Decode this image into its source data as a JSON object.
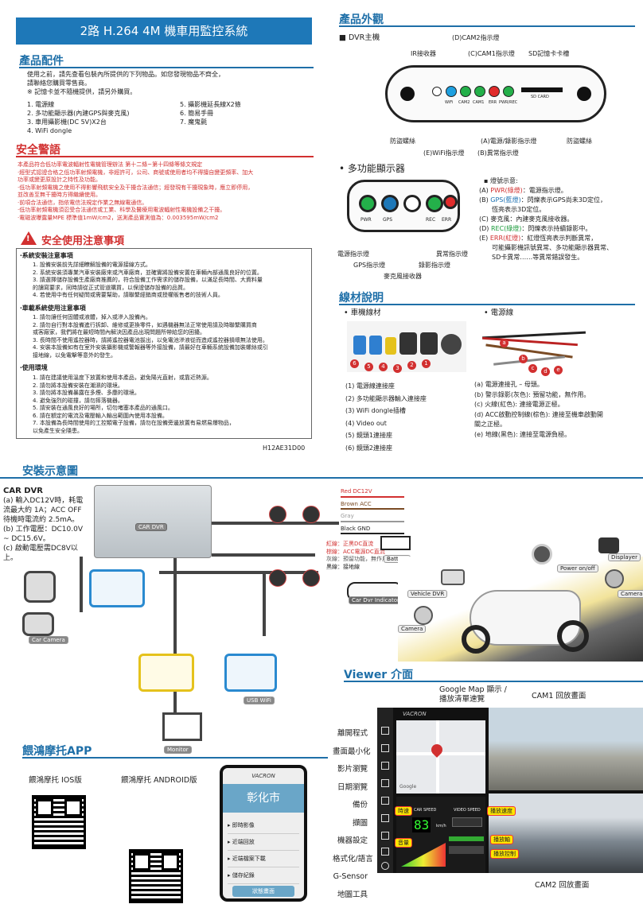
{
  "title_bar": "2路 H.264 4M 機車用監控系統",
  "accessories": {
    "heading": "產品配件",
    "intro1": "使用之前，請先查看包裝內所提供的下列物品。如您發現物品不齊全，",
    "intro2": "請聯絡您購買零售商。",
    "note": "※ 記憶卡並不隨機提供，請另外購買。",
    "items_left": [
      "1. 電源線",
      "2. 多功能顯示器(內建GPS與麥克風)",
      "3. 車用攝影機(DC 5V)X2台",
      "4. WiFi dongle"
    ],
    "items_right": [
      "5. 攝影機延長線X2條",
      "6. 簡易手冊",
      "7. 魔鬼氈"
    ]
  },
  "safety_warning": {
    "heading": "安全警語",
    "lines": [
      "本產品符合低功率電波輻射性電機管理辦法 第十二條~第十四條等條文規定",
      "‧經型式認證合格之低功率射頻電機，非經許可，公司、商號或使用者均不得擅自變更頻率、加大",
      "  功率或變更原設計之特性及功能。",
      "‧低功率射頻電機之使用不得影響飛航安全及干擾合法通信；經發現有干擾現象時，應立即停用，",
      "  並改善至無干擾時方得繼續使用。",
      "‧前項合法通信，指依電信法規定作業之無線電通信。",
      "‧低功率射頻電機須忍受合法通信或工業、科學及醫療用電波輻射性電機設備之干擾。",
      "‧電磁波曝露量MPE 標準值1mW/cm2，送測產品實測值為：0.003595mW/cm2"
    ]
  },
  "safety_notes": {
    "heading": "安全使用注意事項",
    "sec1_title": "‧系統安裝注意事項",
    "sec1": [
      "1. 設備安裝前先詳細瞭解設備的電源接線方式。",
      "2. 系統安裝須專業汽車安裝廠來或汽車廠商，並確實將設備安置在車輛內部通風良好的位置。",
      "3. 請選擇儲存設備生產廠商推薦的，符合設備工作需求的儲存設備，以滿足長時間、大資料量",
      "   的讀寫要求，同時請從正式管道購買，以保證儲存設備的品質。",
      "4. 若使用中有任何疑問或需要幫助，請聯繫經銷商或授權販售者的技術人員。"
    ],
    "sec2_title": "‧車載系統使用注意事項",
    "sec2": [
      "1. 請勿讓任何固體或液體，掉入或滲入設備內。",
      "2. 請勿自行對本設備進行拆卸、維修或更換零件，如遇機器無法正常使用請及時聯繫購買商",
      "   或客廠家，我們將在最短時間內解決因產品出現問題所帶給您的困擾。",
      "3. 長時間不使用遙控器時，請將遙控器電池拔出，以免電池滲液從而造成遙控器損壞無法使用。",
      "4. 安裝本設備如有在室外安裝攝影機或警報器等外接設備，請最好在車輛系統設備加裝螺絲或引",
      "   接地線，以免電擊等意外的發生。"
    ],
    "sec3_title": "‧使用環境",
    "sec3": [
      "1. 請在建議使用溫度下放置和使用本產品，避免陽光直射，或靠近熱源。",
      "2. 請勿將本設備安裝在潮濕的環境。",
      "3. 請勿將本設備暴露在多煙、多塵的環境。",
      "4. 避免強烈的碰撞，請勿摔落機器。",
      "5. 請安裝在通風良好的場所，切勿堵塞本產品的通風口。",
      "6. 請在額定的電流及電壓輸入輸出範圍內使用本設備。",
      "7. 本設備為長時間使用的工控類電子設備，請勿在設備旁邊放置有易燃易爆物品，",
      "   以免產生安全隱患。"
    ],
    "model_code": "H12AE31D00"
  },
  "appearance": {
    "heading": "產品外觀",
    "dvr_label": "■ DVR主機",
    "top_labels": {
      "cam2": "(D)CAM2指示燈",
      "ir": "IR接收器",
      "cam1": "(C)CAM1指示燈",
      "sd": "SD記憶卡卡槽"
    },
    "panel_labels": {
      "wifi": "WiFi",
      "cam2": "CAM2",
      "cam1": "CAM1",
      "err": "ERR",
      "pwr": "PWR/REC",
      "sdcard": "SD CARD"
    },
    "bottom_labels": {
      "screw_left": "防盜螺絲",
      "wifi": "(E)WiFi指示燈",
      "err": "(B)異常指示燈",
      "pwr": "(A)電源/錄影指示燈",
      "screw_right": "防盜螺絲"
    },
    "display_heading": "• 多功能顯示器",
    "display_panel": {
      "pwr": "PWR",
      "gps": "GPS",
      "rec": "REC",
      "err": "ERR"
    },
    "display_labels": {
      "power": "電源指示燈",
      "gps": "GPS指示燈",
      "mic": "麥克風接收器",
      "rec": "錄影指示燈",
      "err": "異常指示燈"
    },
    "light_title": "▪ 燈號示意:",
    "lights": [
      {
        "key": "(A)",
        "name": "PWR(綠燈)",
        "desc": "：電源指示燈。",
        "color": "#d23030"
      },
      {
        "key": "(B)",
        "name": "GPS(藍燈)",
        "desc": "：閃爍表示GPS尚未3D定位，",
        "color": "#1a6fb0"
      },
      {
        "key": "",
        "name": "",
        "desc": "恆亮表示3D定位。",
        "color": "#222"
      },
      {
        "key": "(C)",
        "name": "",
        "desc": "麥克風：內建麥克風接收器。",
        "color": "#222"
      },
      {
        "key": "(D)",
        "name": "REC(綠燈)",
        "desc": "：閃爍表示持續錄影中。",
        "color": "#1a9a3a"
      },
      {
        "key": "(E)",
        "name": "ERR(紅燈)",
        "desc": "：紅燈恆亮表示判斷異常，",
        "color": "#d23030"
      },
      {
        "key": "",
        "name": "",
        "desc": "可能攝影機訊號異常、多功能顯示器異常、",
        "color": "#222"
      },
      {
        "key": "",
        "name": "",
        "desc": "SD卡異常……等異常錯誤發生。",
        "color": "#222"
      }
    ]
  },
  "cables": {
    "heading": "線材說明",
    "left_title": "• 車機線材",
    "right_title": "• 電源線",
    "left_items": [
      "(1) 電源線連接座",
      "(2) 多功能顯示器輸入連接座",
      "(3) WiFi dongle插槽",
      "(4) Video out",
      "(5) 鏡頭1連接座",
      "(6) 鏡頭2連接座"
    ],
    "right_items": [
      "(a) 電源連接孔 – 母頭。",
      "(b) 警示錄影(灰色): 預留功能，無作用。",
      "(c) 火線(紅色): 連接電源正極。",
      "(d) ACC啟動控制線(棕色): 連接至機車啟動開",
      "    關之正極。",
      "(e) 地線(黑色): 連接至電源負極。"
    ],
    "markers_left": [
      "6",
      "5",
      "4",
      "3",
      "2",
      "1"
    ],
    "markers_right": [
      "a",
      "b",
      "c",
      "d",
      "e"
    ]
  },
  "install": {
    "heading": "安裝示意圖",
    "car_dvr_title": "CAR DVR",
    "car_dvr_text": [
      "(a) 輸入DC12V時，耗電",
      "流最大約 1A；ACC OFF",
      "待機時電流約 2.5mA。",
      "(b) 工作電壓：DC10.0V",
      "~ DC15.6V。",
      "(c) 啟動電壓需DC8V以",
      "上。"
    ],
    "wires": [
      "Red DC12V",
      "Brown ACC",
      "Gray",
      "Black GND"
    ],
    "wire_notes": [
      "紅線：正黑DC直流",
      "棕線：ACC電源DC直流",
      "灰線：預留功能，無作用",
      "黑線：接地線"
    ],
    "labels": {
      "car_dvr": "CAR DVR",
      "battery": "Battery",
      "indicator": "Car Dvr Indicator",
      "car_camera": "Car Camera",
      "usb_wifi": "USB WiFi",
      "monitor": "Monitor",
      "vehicle_dvr": "Vehicle DVR",
      "camera1": "Camera",
      "camera2": "Camera",
      "power": "Power on/off",
      "displayer": "Displayer"
    }
  },
  "viewer": {
    "heading": "Viewer 介面",
    "google": "Google Map 顯示 /",
    "google2": "播放清單速覽",
    "cam1": "CAM1  回放畫面",
    "cam2": "CAM2  回放畫面",
    "left_labels": [
      "離開程式",
      "畫面最小化",
      "影片瀏覽",
      "日期瀏覽",
      "備份",
      "擷圖",
      "機器設定",
      "格式化/語言",
      "G-Sensor",
      "地圖工具"
    ],
    "tags": {
      "time": "時速",
      "speed": "播放速度",
      "volume": "音量",
      "progress": "播放軸",
      "control": "播放控制"
    },
    "brand": "VACRON",
    "car_speed": "CAR SPEED",
    "video_speed": "VIDEO SPEED",
    "speed_value": "83",
    "speed_unit": "km/h",
    "google_tag": "Google"
  },
  "app": {
    "heading": "餵鴻摩托APP",
    "ios": "餵鴻摩托 IOS版",
    "android": "餵鴻摩托 ANDROID版",
    "phone_brand": "VACRON",
    "phone_city": "彰化市",
    "phone_items": [
      "即時影像",
      "近端回放",
      "近端檔案下載",
      "儲存紀錄"
    ],
    "phone_button": "狀態畫面"
  }
}
